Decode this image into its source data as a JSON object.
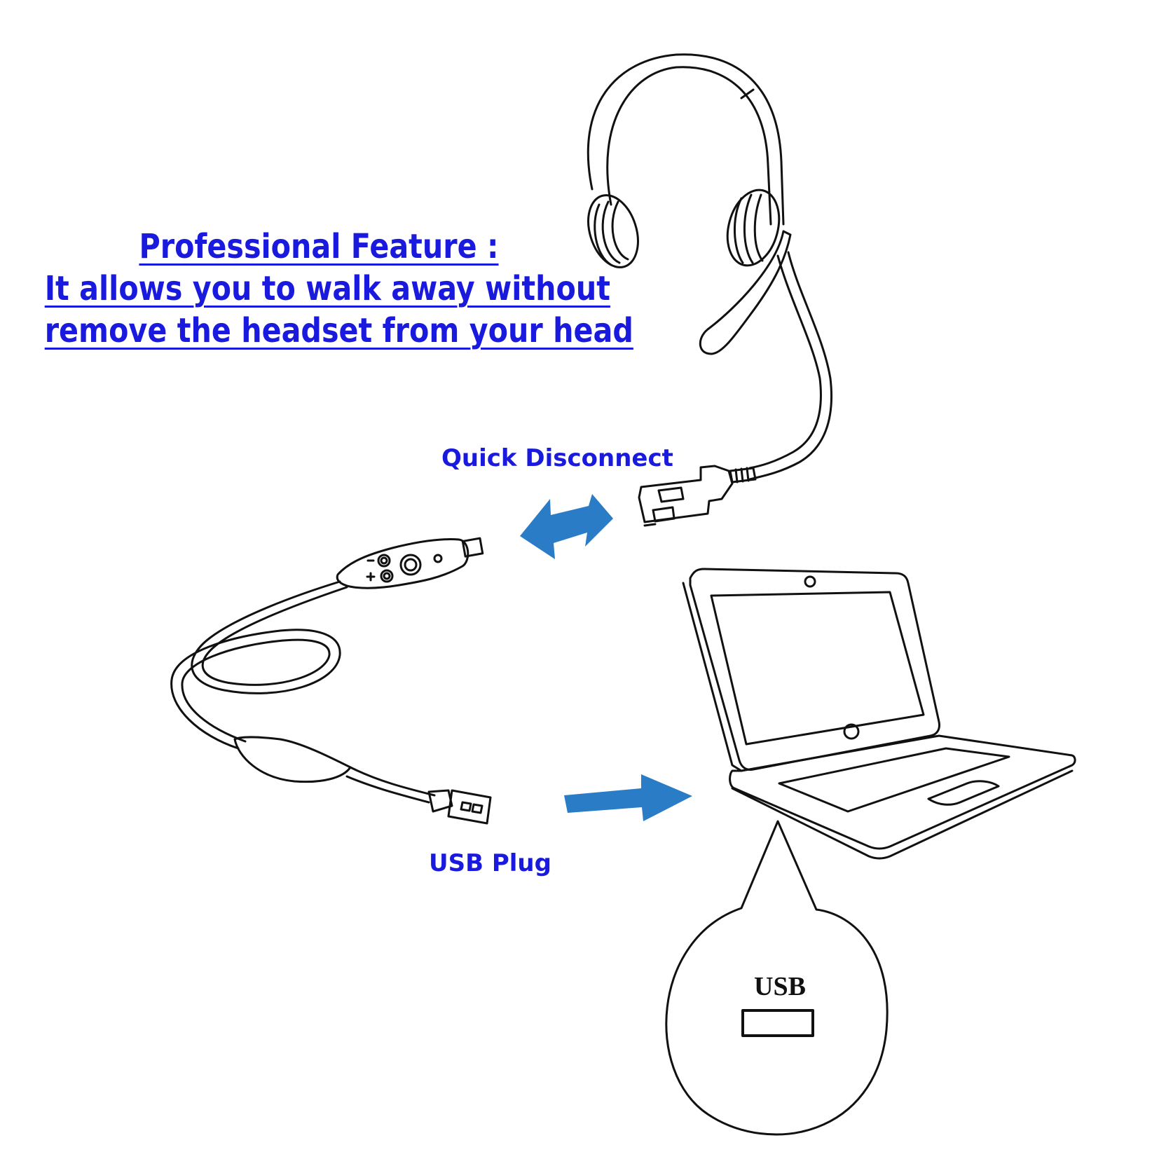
{
  "heading": {
    "line1": "Professional Feature :",
    "line2": "It allows you to walk away without",
    "line3": "remove the headset from your head"
  },
  "labels": {
    "quick_disconnect": "Quick Disconnect",
    "usb_plug": "USB Plug",
    "usb_port": "USB"
  },
  "colors": {
    "text_blue": "#1a1adf",
    "arrow_blue": "#2a7cc7"
  }
}
